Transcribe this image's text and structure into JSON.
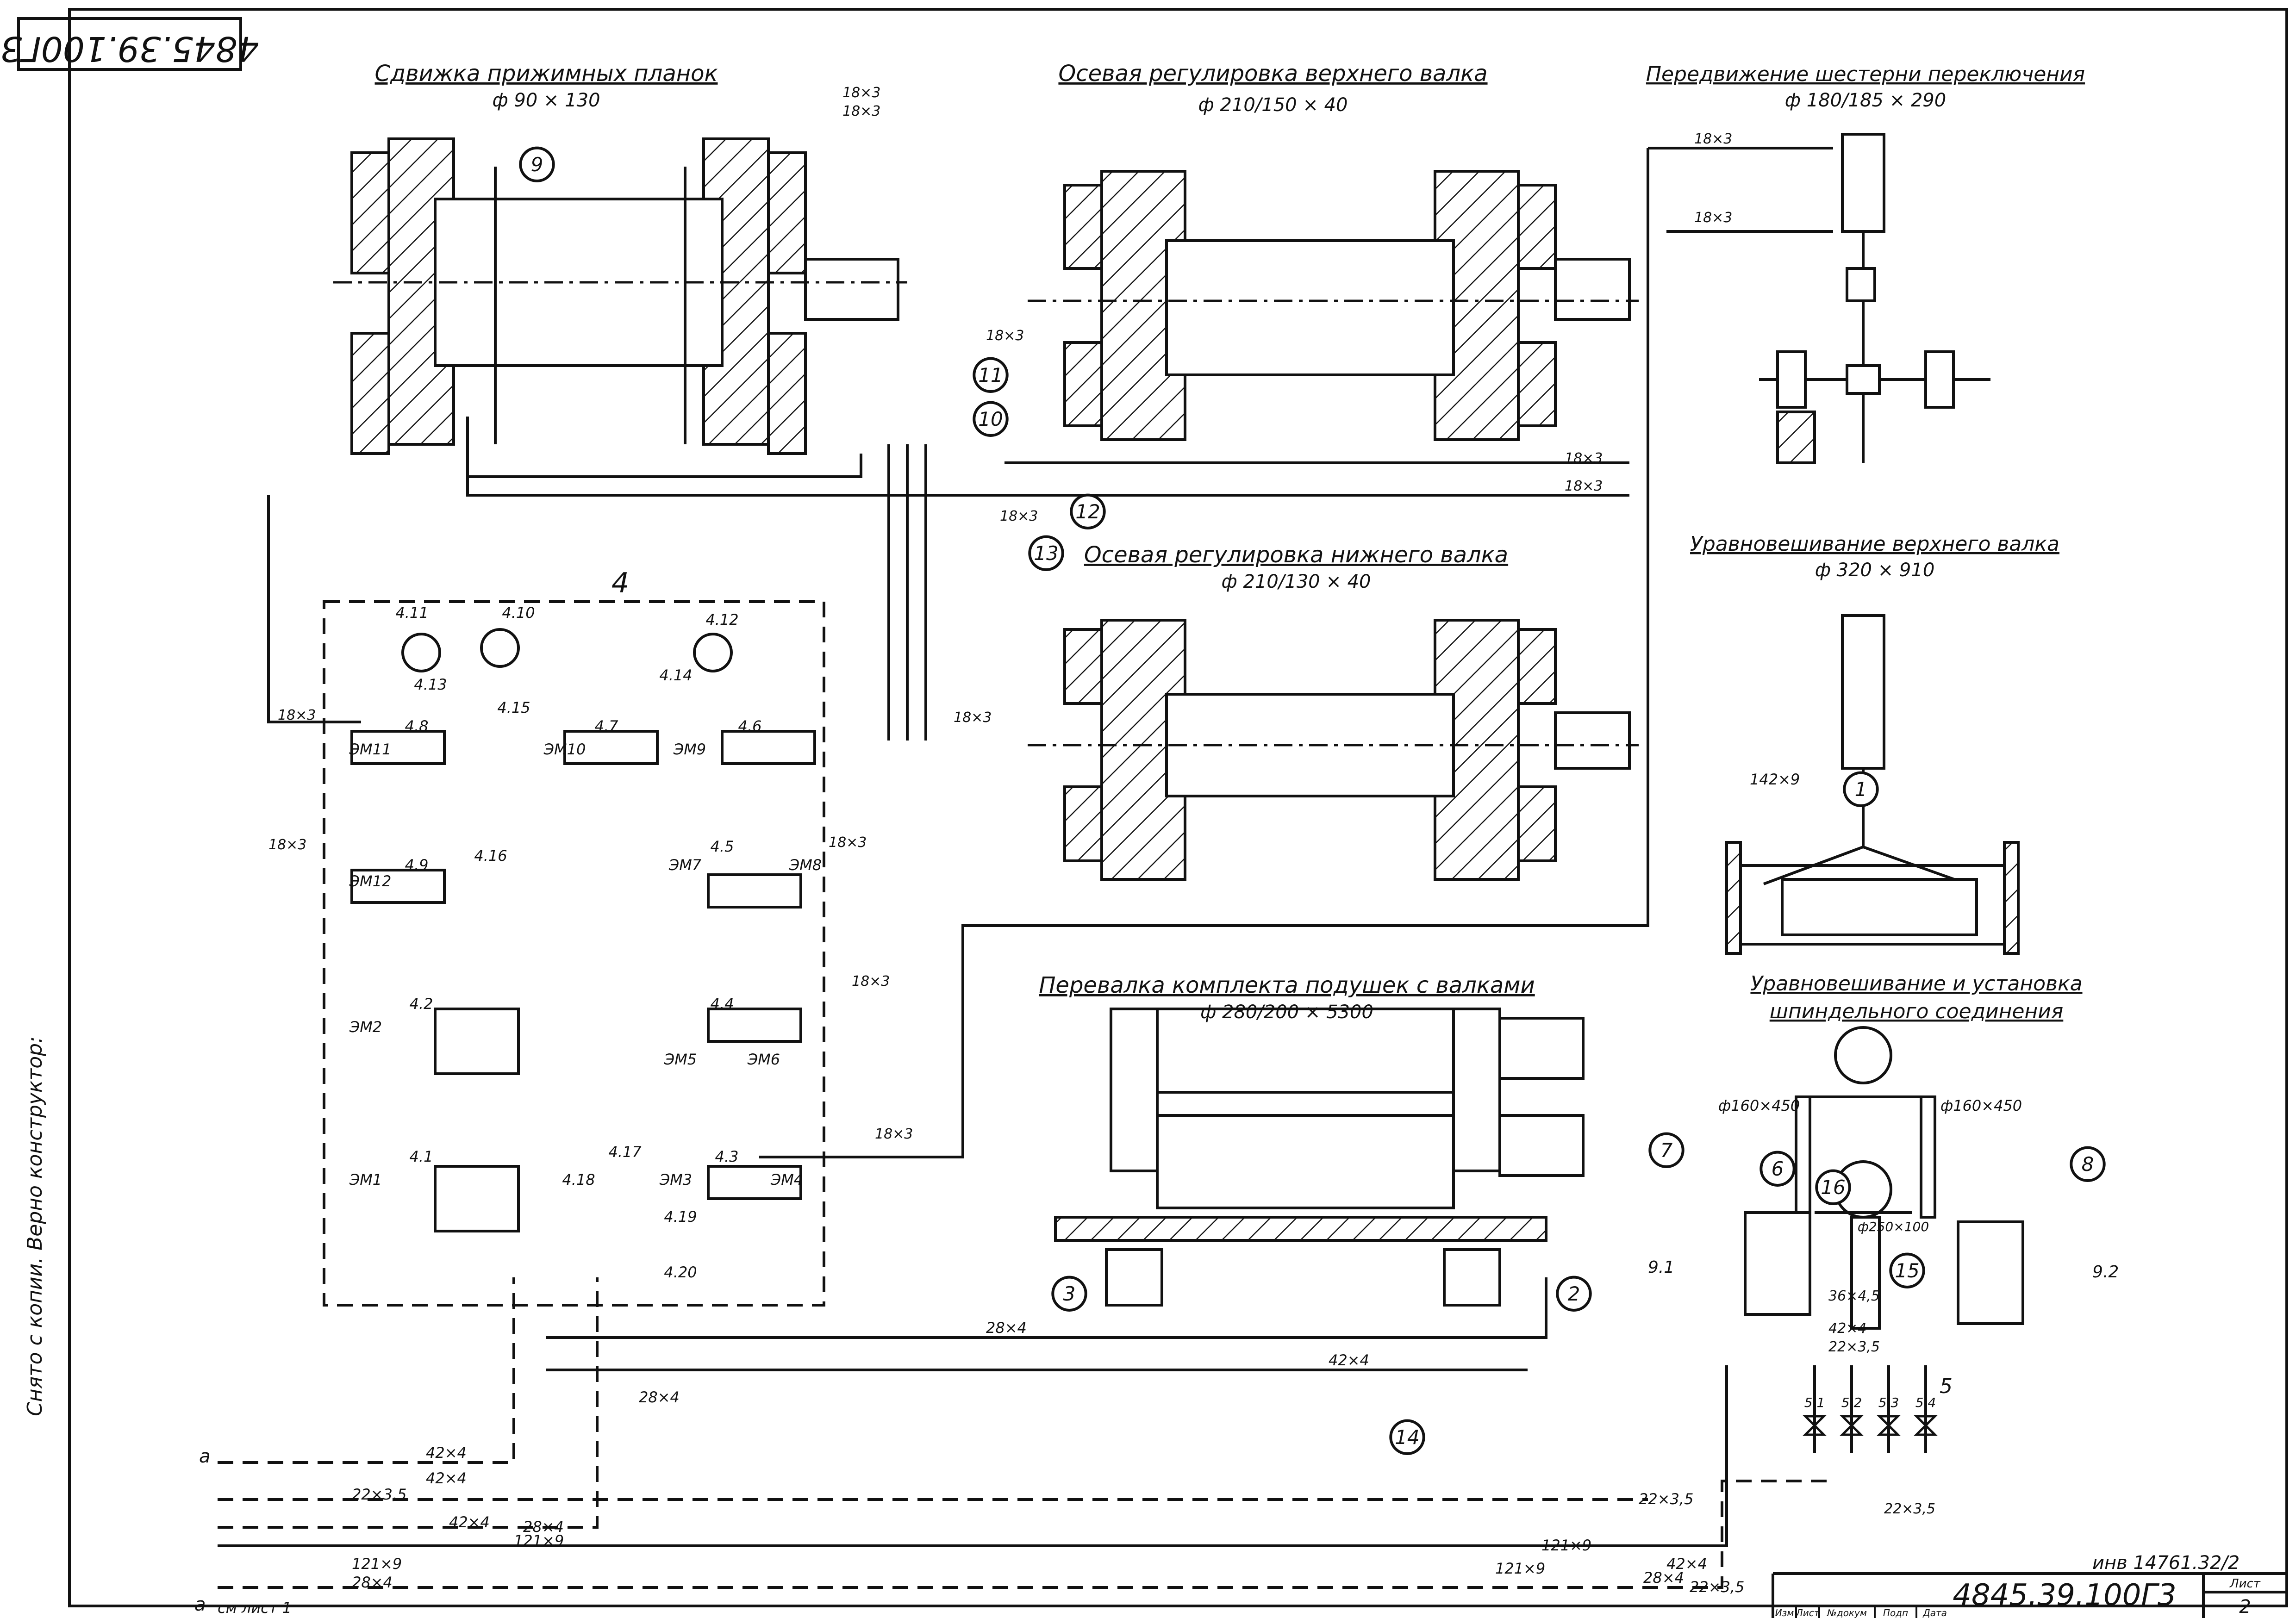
{
  "drawing": {
    "code_top": "4845.39.100Г3",
    "code_title": "4845.39.100Г3",
    "sheet_label": "Лист",
    "sheet_number": "2",
    "inventory": "инв 14761.32/2",
    "vertical_note": "Снято с копии. Верно конструктор:",
    "ref_a": "a",
    "ref_a2": "a",
    "see_sheet": "см лист 1",
    "stamp_headers": [
      "Изм",
      "Лист",
      "№докум",
      "Подп",
      "Дата"
    ]
  },
  "sections": {
    "clamp_shift": {
      "title": "Сдвижка прижимных планок",
      "spec": "ф 90 × 130"
    },
    "upper_axial": {
      "title": "Осевая регулировка верхнего валка",
      "spec": "ф 210/150 × 40"
    },
    "gear_shift": {
      "title": "Передвижение шестерни переключения",
      "spec": "ф 180/185 × 290"
    },
    "lower_axial": {
      "title": "Осевая регулировка нижнего валка",
      "spec": "ф 210/130 × 40"
    },
    "upper_balance": {
      "title": "Уравновешивание верхнего валка",
      "spec": "ф 320 × 910"
    },
    "roll_change": {
      "title": "Перевалка комплекта подушек с валками",
      "spec": "ф 280/200 × 5300"
    },
    "spindle_balance": {
      "title_line1": "Уравновешивание и установка",
      "title_line2": "шпиндельного соединения",
      "spec_left": "ф160×450",
      "spec_right": "ф160×450",
      "spec_small": "ф250×100"
    }
  },
  "pipe_labels": {
    "p18x3": "18×3",
    "p28x4": "28×4",
    "p42x4": "42×4",
    "p22x35": "22×3,5",
    "p121x9": "121×9",
    "p142x9": "142×9",
    "p36x45": "36×4,5"
  },
  "callouts": [
    "1",
    "2",
    "3",
    "4",
    "5",
    "6",
    "7",
    "8",
    "9",
    "10",
    "11",
    "12",
    "13",
    "14",
    "15",
    "16"
  ],
  "station4": {
    "label": "4",
    "components": [
      "4.1",
      "4.2",
      "4.3",
      "4.4",
      "4.5",
      "4.6",
      "4.7",
      "4.8",
      "4.9",
      "4.10",
      "4.11",
      "4.12",
      "4.13",
      "4.14",
      "4.15",
      "4.16",
      "4.17",
      "4.18",
      "4.19",
      "4.20"
    ],
    "coils": [
      "ЭМ1",
      "ЭМ2",
      "ЭМ3",
      "ЭМ4",
      "ЭМ5",
      "ЭМ6",
      "ЭМ7",
      "ЭМ8",
      "ЭМ9",
      "ЭМ10",
      "ЭМ11",
      "ЭМ12"
    ]
  },
  "station5": {
    "label": "5",
    "valves": [
      "5.1",
      "5.2",
      "5.3",
      "5.4"
    ]
  },
  "extra_labels": {
    "l91": "9.1",
    "l92": "9.2"
  },
  "colors": {
    "ink": "#111111",
    "paper": "#ffffff"
  }
}
